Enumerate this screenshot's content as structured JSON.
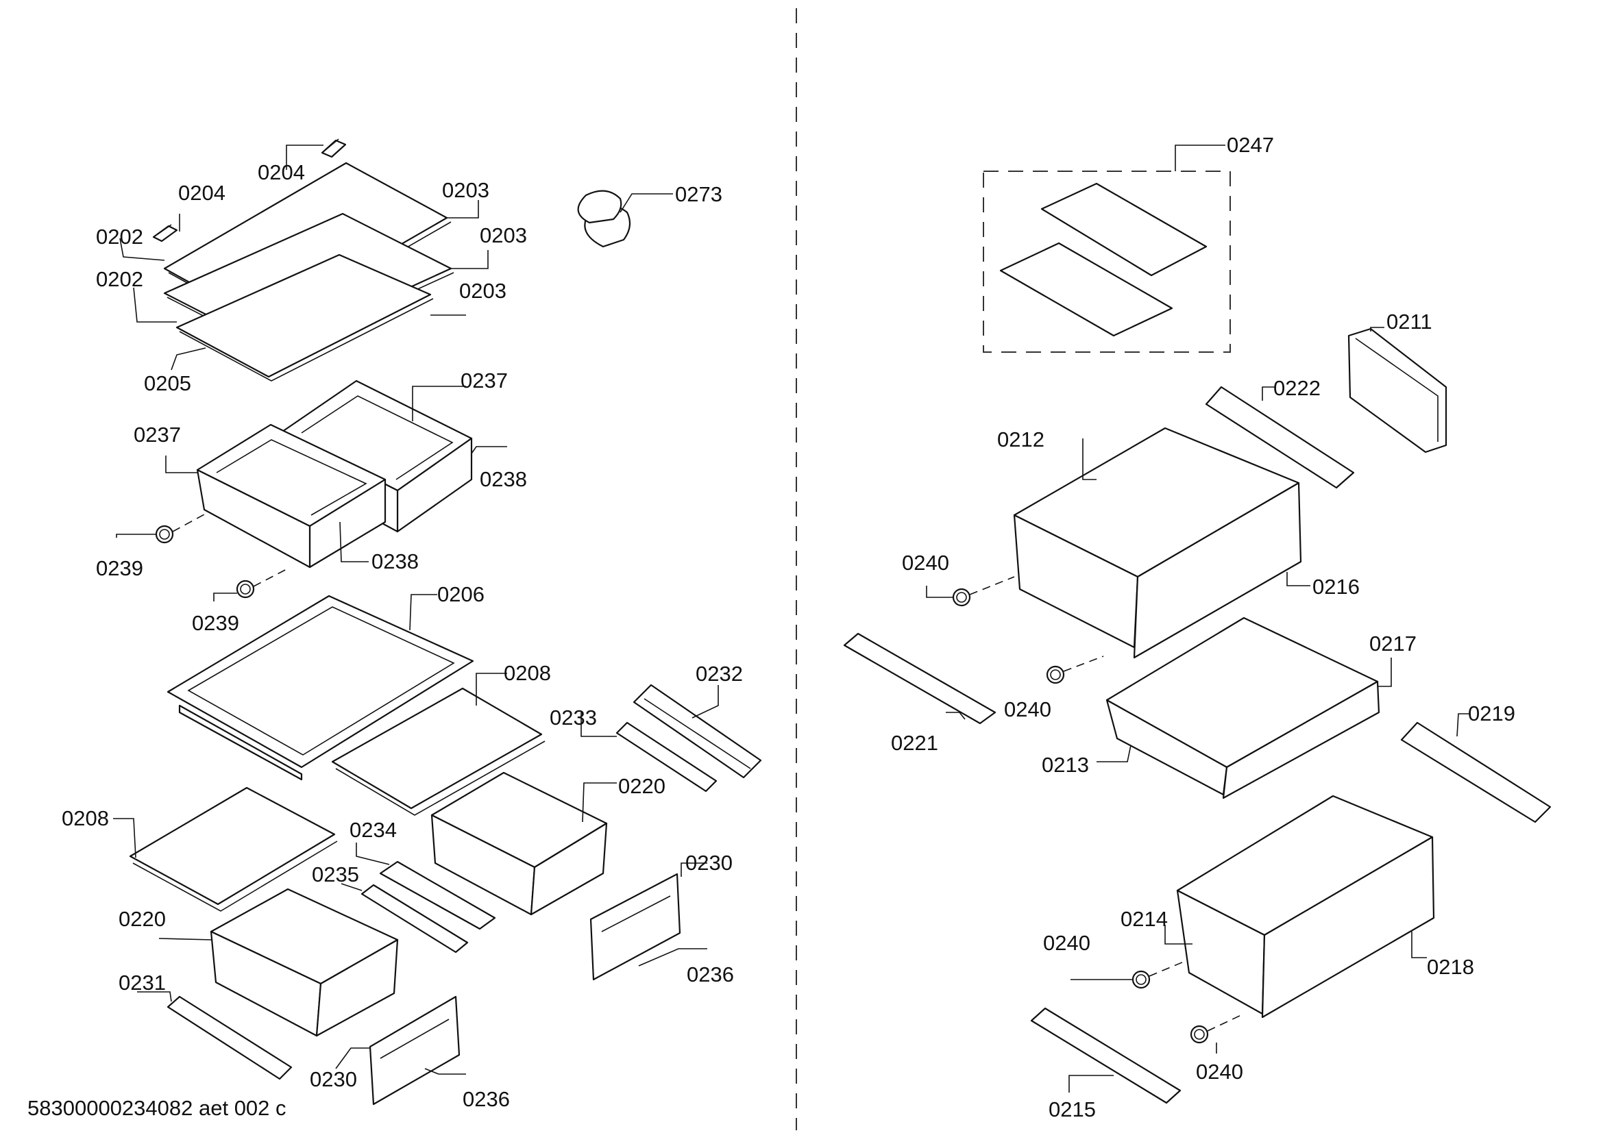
{
  "diagram": {
    "footer_code": "58300000234082 aet 002 c",
    "labels": [
      {
        "id": "l0204a",
        "text": "0204"
      },
      {
        "id": "l0204b",
        "text": "0204"
      },
      {
        "id": "l0202a",
        "text": "0202"
      },
      {
        "id": "l0202b",
        "text": "0202"
      },
      {
        "id": "l0203a",
        "text": "0203"
      },
      {
        "id": "l0203b",
        "text": "0203"
      },
      {
        "id": "l0203c",
        "text": "0203"
      },
      {
        "id": "l0205",
        "text": "0205"
      },
      {
        "id": "l0273",
        "text": "0273"
      },
      {
        "id": "l0237a",
        "text": "0237"
      },
      {
        "id": "l0237b",
        "text": "0237"
      },
      {
        "id": "l0238a",
        "text": "0238"
      },
      {
        "id": "l0238b",
        "text": "0238"
      },
      {
        "id": "l0239a",
        "text": "0239"
      },
      {
        "id": "l0239b",
        "text": "0239"
      },
      {
        "id": "l0206",
        "text": "0206"
      },
      {
        "id": "l0208a",
        "text": "0208"
      },
      {
        "id": "l0208b",
        "text": "0208"
      },
      {
        "id": "l0232",
        "text": "0232"
      },
      {
        "id": "l0233",
        "text": "0233"
      },
      {
        "id": "l0220a",
        "text": "0220"
      },
      {
        "id": "l0220b",
        "text": "0220"
      },
      {
        "id": "l0234",
        "text": "0234"
      },
      {
        "id": "l0235",
        "text": "0235"
      },
      {
        "id": "l0230a",
        "text": "0230"
      },
      {
        "id": "l0230b",
        "text": "0230"
      },
      {
        "id": "l0236a",
        "text": "0236"
      },
      {
        "id": "l0236b",
        "text": "0236"
      },
      {
        "id": "l0231",
        "text": "0231"
      },
      {
        "id": "l0247",
        "text": "0247"
      },
      {
        "id": "l0211",
        "text": "0211"
      },
      {
        "id": "l0222",
        "text": "0222"
      },
      {
        "id": "l0212",
        "text": "0212"
      },
      {
        "id": "l0240a",
        "text": "0240"
      },
      {
        "id": "l0240b",
        "text": "0240"
      },
      {
        "id": "l0240c",
        "text": "0240"
      },
      {
        "id": "l0240d",
        "text": "0240"
      },
      {
        "id": "l0216",
        "text": "0216"
      },
      {
        "id": "l0217",
        "text": "0217"
      },
      {
        "id": "l0221",
        "text": "0221"
      },
      {
        "id": "l0213",
        "text": "0213"
      },
      {
        "id": "l0219",
        "text": "0219"
      },
      {
        "id": "l0214",
        "text": "0214"
      },
      {
        "id": "l0218",
        "text": "0218"
      },
      {
        "id": "l0215",
        "text": "0215"
      }
    ]
  }
}
